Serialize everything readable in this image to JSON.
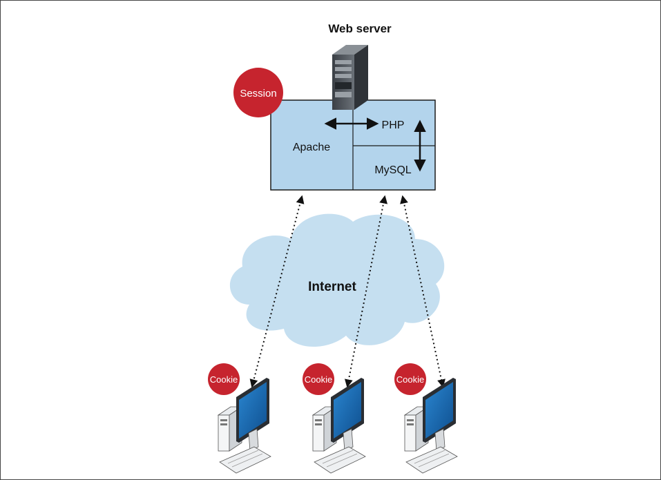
{
  "diagram": {
    "title": "Web server",
    "session_label": "Session",
    "apache_label": "Apache",
    "php_label": "PHP",
    "mysql_label": "MySQL",
    "internet_label": "Internet",
    "clients": [
      {
        "cookie_label": "Cookie"
      },
      {
        "cookie_label": "Cookie"
      },
      {
        "cookie_label": "Cookie"
      }
    ]
  },
  "colors": {
    "server_box": "#b3d4ec",
    "cloud": "#c5dff0",
    "badge": "#c6242e",
    "monitor_screen": "#1a6fb8",
    "server_tower": "#4a4f55",
    "outline": "#1a1a1a"
  },
  "icons": [
    "server-tower-icon",
    "desktop-computer-icon",
    "cloud-icon",
    "double-arrow-icon",
    "dotted-double-arrow-icon"
  ]
}
